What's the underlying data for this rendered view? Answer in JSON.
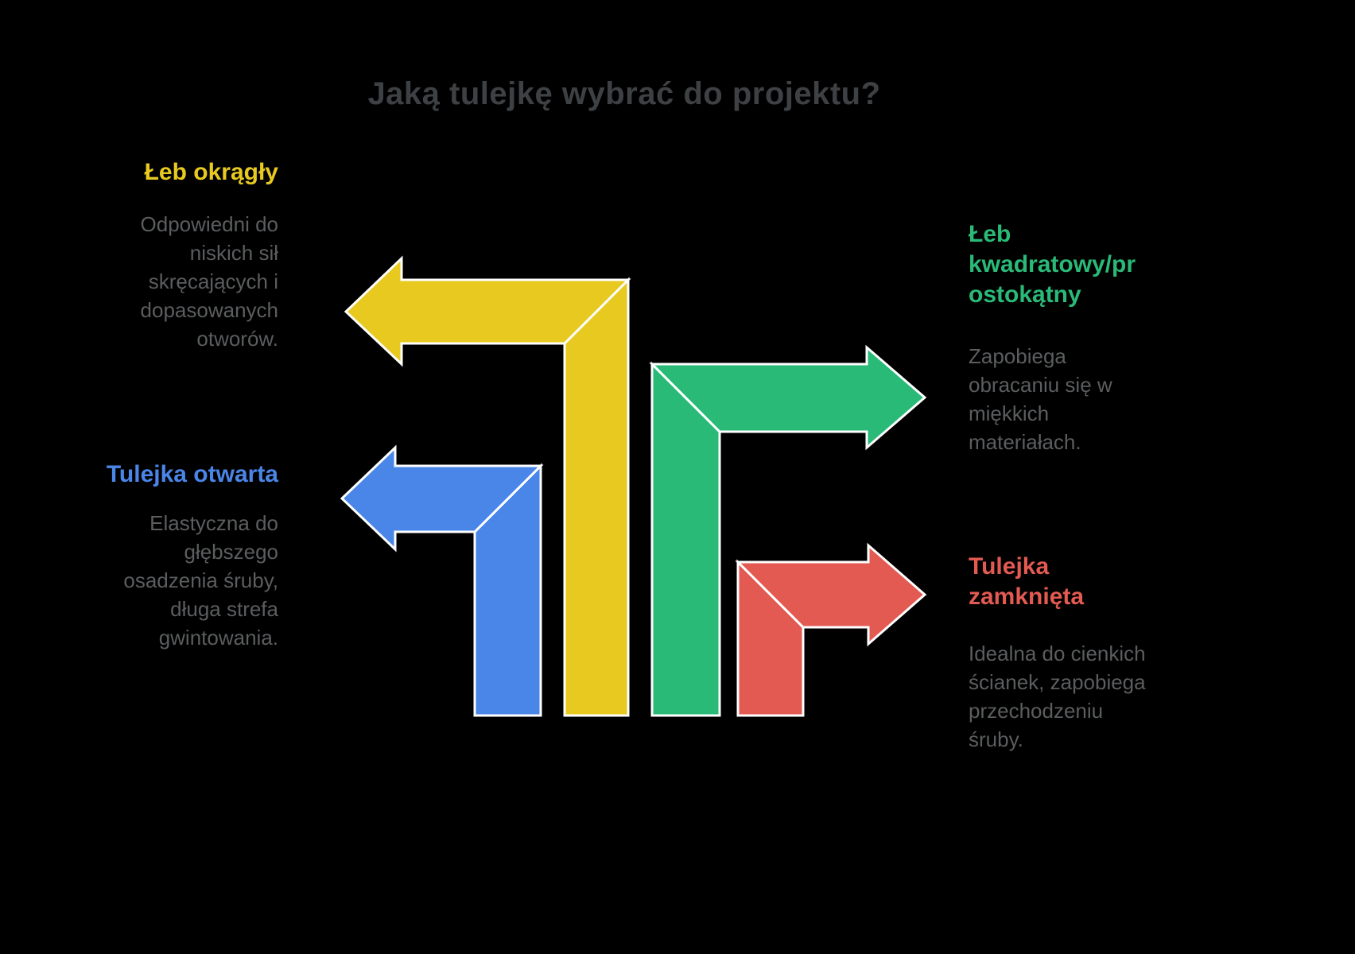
{
  "title": "Jaką tulejkę wybrać do projektu?",
  "colors": {
    "yellow": "#E8C91F",
    "blue": "#4A86E8",
    "green": "#2ABA78",
    "red": "#E25A52",
    "title_text": "#3E4144",
    "body_text": "#5B5D5F",
    "background": "#000000",
    "arrow_outline": "#FFFFFF"
  },
  "sections": [
    {
      "id": "leb-okragly",
      "heading": "Łeb okrągły",
      "description": "Odpowiedni do\nniskich sił\nskręcających i\ndopasowanych\notworów.",
      "color": "yellow",
      "side": "left",
      "arrow_direction": "left"
    },
    {
      "id": "tulejka-otwarta",
      "heading": "Tulejka otwarta",
      "description": "Elastyczna do\ngłębszego\nosadzenia śruby,\ndługa strefa\ngwintowania.",
      "color": "blue",
      "side": "left",
      "arrow_direction": "left"
    },
    {
      "id": "leb-kwadratowy-prostokatny",
      "heading": "Łeb\nkwadratowy/pr\nostokątny",
      "description": "Zapobiega\nobracaniu się w\nmiękkich\nmateriałach.",
      "color": "green",
      "side": "right",
      "arrow_direction": "right"
    },
    {
      "id": "tulejka-zamknieta",
      "heading": "Tulejka\nzamknięta",
      "description": "Idealna do cienkich\nścianek, zapobiega\nprzechodzeniu\nśruby.",
      "color": "red",
      "side": "right",
      "arrow_direction": "right"
    }
  ]
}
